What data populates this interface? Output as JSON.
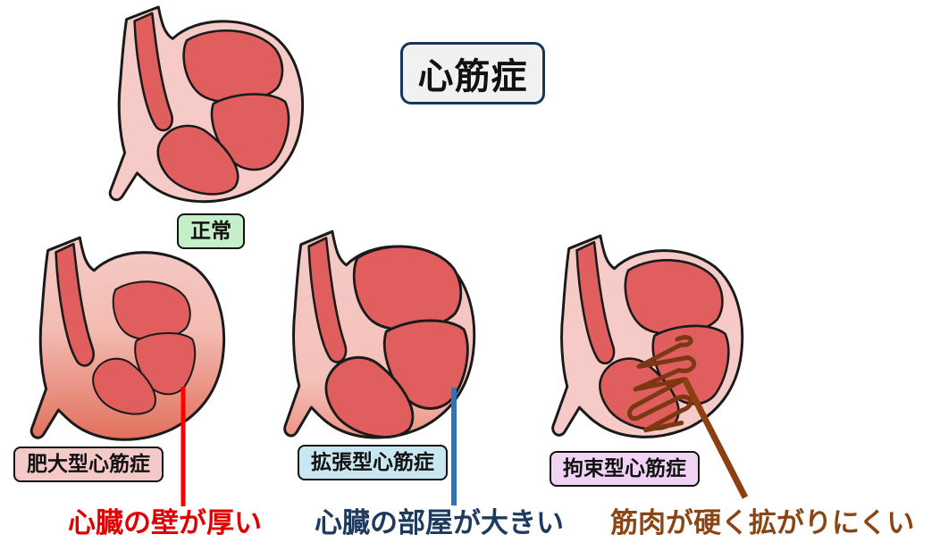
{
  "title": "心筋症",
  "hearts": [
    {
      "id": "normal",
      "label": "正常"
    },
    {
      "id": "hypertrophic",
      "label": "肥大型心筋症",
      "annotation": "心臓の壁が厚い"
    },
    {
      "id": "dilated",
      "label": "拡張型心筋症",
      "annotation": "心臓の部屋が大きい"
    },
    {
      "id": "restrictive",
      "label": "拘束型心筋症",
      "annotation": "筋肉が硬く拡がりにくい"
    }
  ],
  "colors": {
    "title_border": "#17365d",
    "title_bg": "#f1f1f1",
    "label_normal_bg": "#c5efc8",
    "label_hypertrophic_bg": "#f6c9c9",
    "label_dilated_bg": "#c9e7f0",
    "label_restrictive_bg": "#f1d4f3",
    "heart_wall": "#f6cac7",
    "heart_chamber": "#e05e5e",
    "hypertrophic_wall_dark": "#e2705c",
    "scribble_brown": "#7b3812",
    "pointer_red": "#ff0000",
    "pointer_blue": "#2e75b6",
    "pointer_brown": "#8c3f10",
    "text_red": "#e00000",
    "text_navy": "#1f3a5f",
    "text_brown": "#8b4513"
  }
}
